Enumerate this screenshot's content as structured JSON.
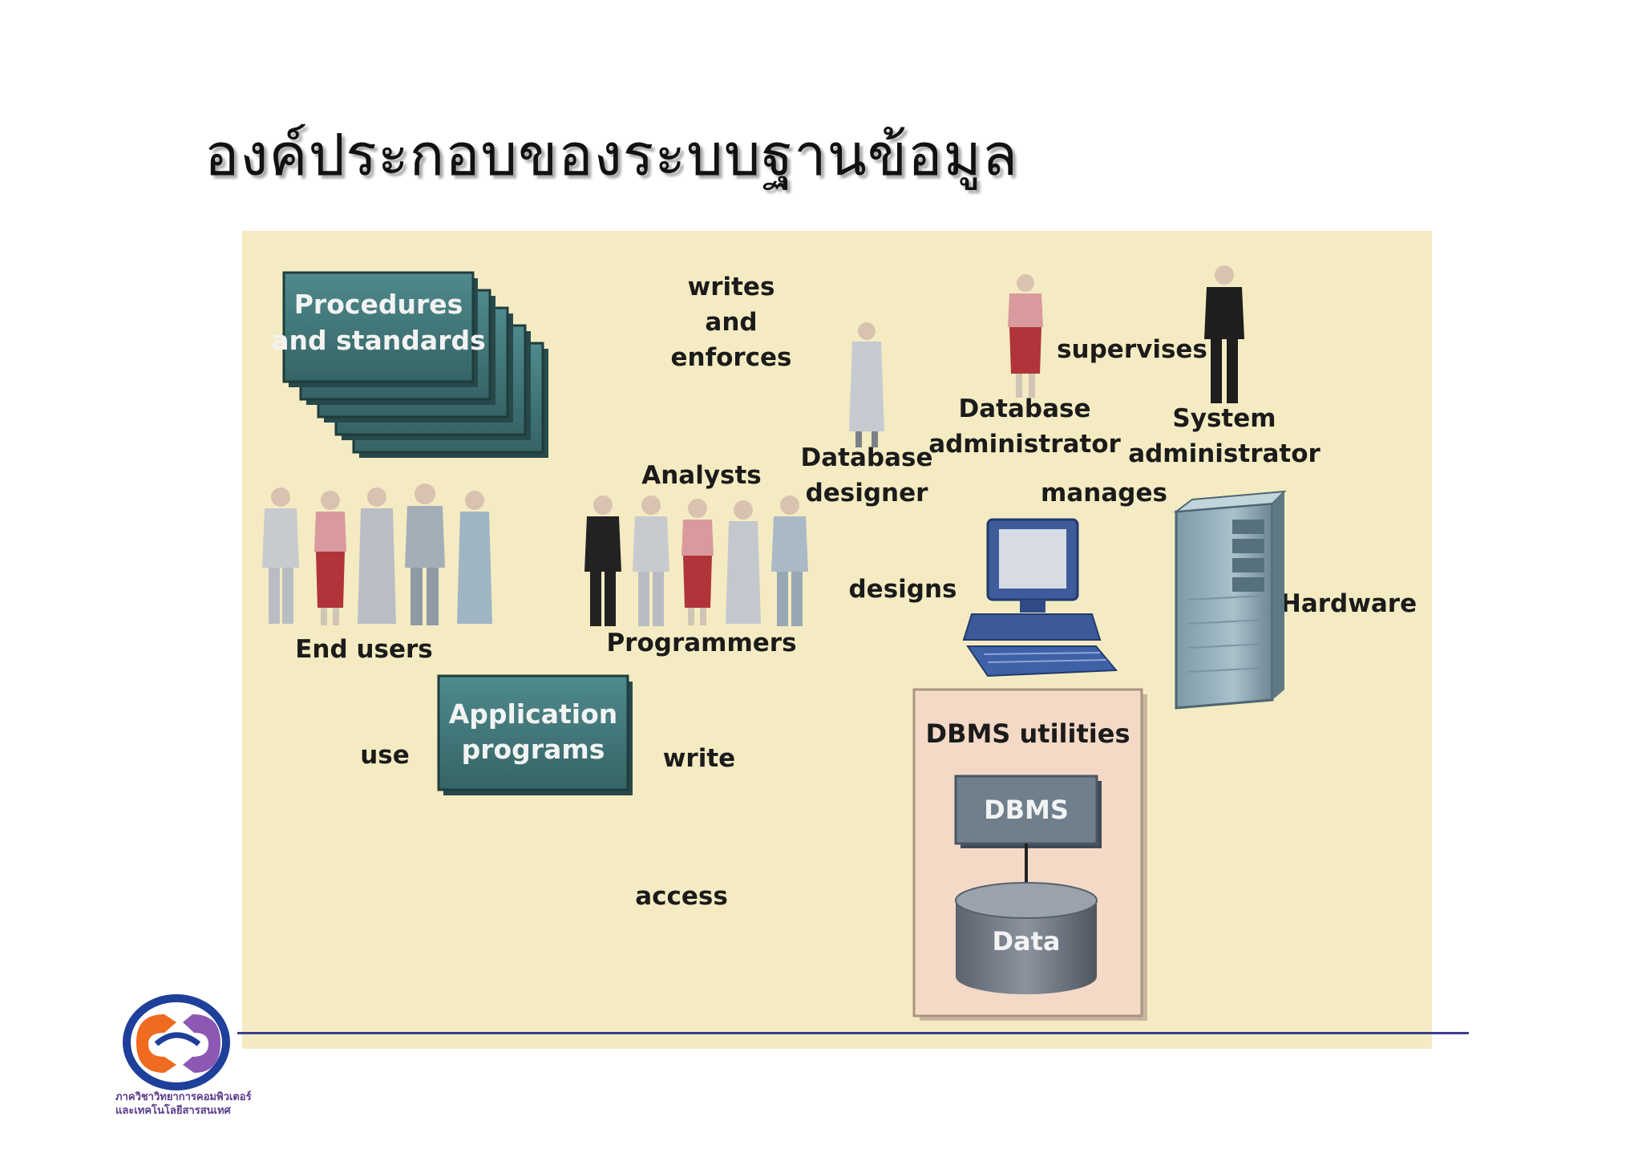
{
  "title": "องค์ประกอบของระบบฐานข้อมูล",
  "diagram": {
    "procedures_line1": "Procedures",
    "procedures_line2": "and standards",
    "writes_line1": "writes",
    "writes_line2": "and",
    "writes_line3": "enforces",
    "supervises": "supervises",
    "db_admin_line1": "Database",
    "db_admin_line2": "administrator",
    "sys_admin_line1": "System",
    "sys_admin_line2": "administrator",
    "db_designer_line1": "Database",
    "db_designer_line2": "designer",
    "analysts": "Analysts",
    "manages": "manages",
    "end_users": "End users",
    "programmers": "Programmers",
    "designs": "designs",
    "hardware": "Hardware",
    "app_line1": "Application",
    "app_line2": "programs",
    "use": "use",
    "write": "write",
    "dbms_utilities": "DBMS utilities",
    "dbms": "DBMS",
    "access": "access",
    "data": "Data"
  },
  "colors": {
    "panel_bg": "#f4ebc2",
    "box_teal": "#3f7477",
    "arrow_brown": "#6b2e22",
    "utilities_bg": "#f3d9c6"
  },
  "logo": {
    "caption_line1": "ภาควิชาวิทยาการคอมพิวเตอร์",
    "caption_line2": "และเทคโนโลยีสารสนเทศ"
  }
}
